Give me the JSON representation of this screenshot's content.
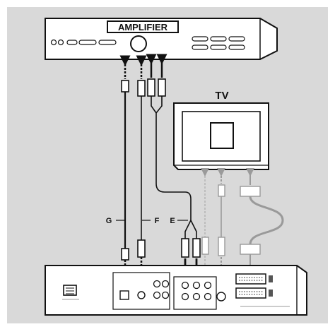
{
  "labels": {
    "amplifier": "AMPLIFIER",
    "tv": "TV",
    "cable_g": "G",
    "cable_f": "F",
    "cable_e": "E"
  },
  "colors": {
    "background": "#d9d9d9",
    "device_fill": "#ffffff",
    "line": "#111111",
    "grey_cable": "#9a9a9a",
    "light_grey_cable": "#bdbdbd"
  }
}
